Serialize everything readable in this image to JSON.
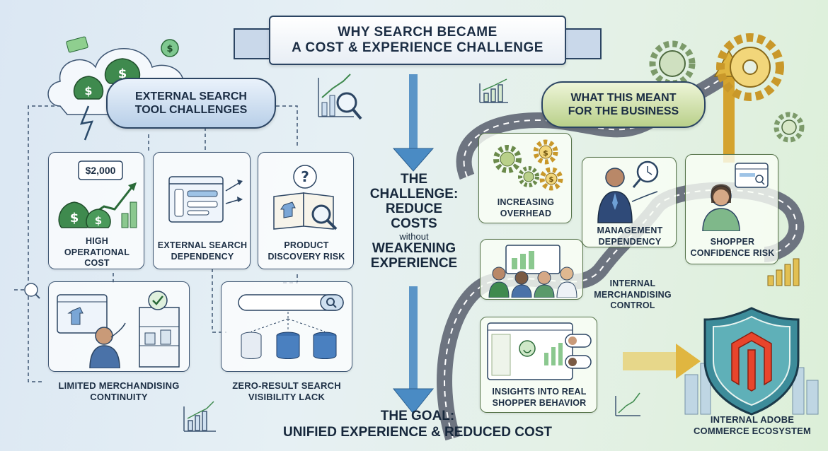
{
  "title": {
    "line1": "WHY SEARCH BECAME",
    "line2": "A COST & EXPERIENCE CHALLENGE"
  },
  "left_section": {
    "header_line1": "EXTERNAL SEARCH",
    "header_line2": "TOOL CHALLENGES",
    "cards": [
      {
        "label_line1": "HIGH",
        "label_line2": "OPERATIONAL",
        "label_line3": "COST",
        "price": "$2,000"
      },
      {
        "label_line1": "EXTERNAL SEARCH",
        "label_line2": "DEPENDENCY"
      },
      {
        "label_line1": "PRODUCT",
        "label_line2": "DISCOVERY RISK"
      },
      {
        "label_line1": "LIMITED MERCHANDISING",
        "label_line2": "CONTINUITY"
      },
      {
        "label_line1": "ZERO-RESULT SEARCH",
        "label_line2": "VISIBILITY LACK"
      }
    ]
  },
  "center": {
    "challenge_line1": "THE",
    "challenge_line2": "CHALLENGE:",
    "challenge_line3": "REDUCE",
    "challenge_line4": "COSTS",
    "challenge_small": "without",
    "challenge_line5": "WEAKENING",
    "challenge_line6": "EXPERIENCE",
    "goal_line1": "THE GOAL:",
    "goal_line2": "UNIFIED EXPERIENCE & REDUCED COST"
  },
  "right_section": {
    "header_line1": "WHAT THIS MEANT",
    "header_line2": "FOR THE BUSINESS",
    "cards": [
      {
        "label_line1": "INCREASING",
        "label_line2": "OVERHEAD"
      },
      {
        "label_line1": "MANAGEMENT",
        "label_line2": "DEPENDENCY"
      },
      {
        "label_line1": "SHOPPER",
        "label_line2": "CONFIDENCE RISK"
      },
      {
        "label_line1": "INTERNAL",
        "label_line2": "MERCHANDISING",
        "label_line3": "CONTROL"
      },
      {
        "label_line1": "INSIGHTS INTO REAL",
        "label_line2": "SHOPPER BEHAVIOR"
      }
    ],
    "ecosystem_line1": "INTERNAL ADOBE",
    "ecosystem_line2": "COMMERCE ECOSYSTEM"
  },
  "colors": {
    "navy": "#1d2f45",
    "arrow_blue": "#4a8bc4",
    "money_green": "#3f8a4e",
    "road_gray": "#6d7480",
    "gear_gold": "#d4a32e",
    "adobe_red": "#e8452c"
  }
}
